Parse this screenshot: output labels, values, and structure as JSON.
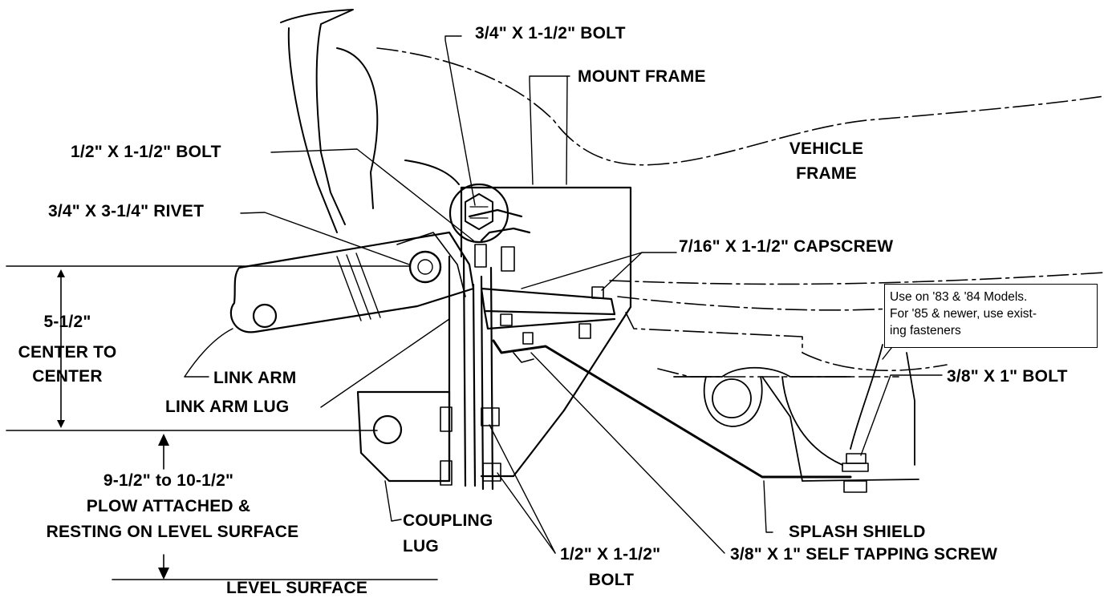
{
  "labels": {
    "bolt_3_4": "3/4\" X 1-1/2\" BOLT",
    "mount_frame": "MOUNT FRAME",
    "bolt_1_2_top": "1/2\" X 1-1/2\" BOLT",
    "vehicle": "VEHICLE",
    "frame": "FRAME",
    "rivet": "3/4\" X 3-1/4\" RIVET",
    "capscrew": "7/16\" X 1-1/2\" CAPSCREW",
    "cc_1": "5-1/2\"",
    "cc_2": "CENTER TO",
    "cc_3": "CENTER",
    "link_arm": "LINK ARM",
    "link_arm_lug": "LINK ARM LUG",
    "bolt_3_8": "3/8\" X 1\" BOLT",
    "height_1": "9-1/2\" to 10-1/2\"",
    "height_2": "PLOW ATTACHED &",
    "height_3": "RESTING ON LEVEL SURFACE",
    "coupling_1": "COUPLING",
    "coupling_2": "LUG",
    "splash_shield": "SPLASH SHIELD",
    "bolt_1_2_bot_1": "1/2\" X 1-1/2\"",
    "bolt_1_2_bot_2": "BOLT",
    "tapping_screw": "3/8\" X 1\" SELF TAPPING SCREW",
    "level_surface": "LEVEL SURFACE"
  },
  "note": {
    "line1": "Use on '83 & '84 Models.",
    "line2": "For '85 & newer, use exist-",
    "line3": "ing fasteners"
  }
}
